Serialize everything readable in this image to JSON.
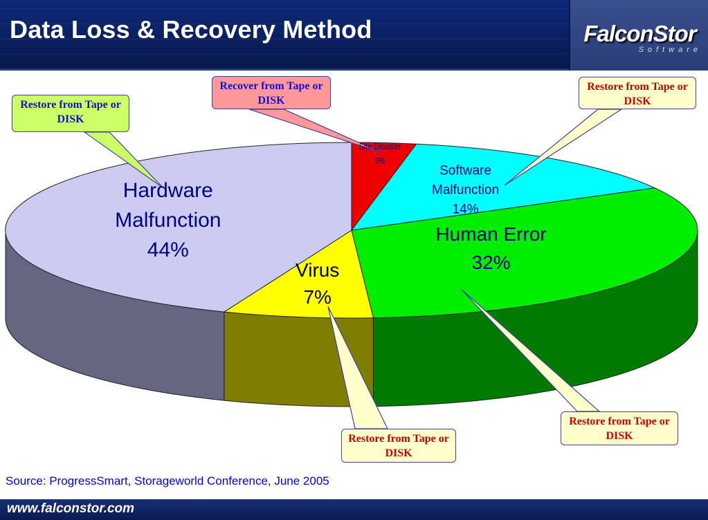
{
  "header": {
    "title": "Data Loss & Recovery Method",
    "logo_text": "FalconStor",
    "logo_subtext": "Software"
  },
  "chart_data": {
    "type": "pie",
    "title": "Data Loss & Recovery Method",
    "three_d": true,
    "start_angle_deg": -90,
    "slices": [
      {
        "label": "Site Disaster",
        "value": 3,
        "percent_label": "3%",
        "color": "#ee0000",
        "side_color": "#990000"
      },
      {
        "label": "Software Malfunction",
        "value": 14,
        "percent_label": "14%",
        "color": "#00ffff",
        "side_color": "#008b8b"
      },
      {
        "label": "Human Error",
        "value": 32,
        "percent_label": "32%",
        "color": "#00ee00",
        "side_color": "#007a00"
      },
      {
        "label": "Virus",
        "value": 7,
        "percent_label": "7%",
        "color": "#ffff00",
        "side_color": "#807e00"
      },
      {
        "label": "Hardware Malfunction",
        "value": 44,
        "percent_label": "44%",
        "color": "#ccccf2",
        "side_color": "#666680"
      }
    ],
    "callouts": [
      {
        "text": "Recover from Tape or DISK",
        "slice": "Site Disaster",
        "bg": "#ff9999",
        "text_color": "#1010cc"
      },
      {
        "text": "Restore from Tape or DISK",
        "slice": "Software Malfunction",
        "bg": "#ffffcc",
        "text_color": "#cc0000"
      },
      {
        "text": "Restore from Tape or DISK",
        "slice": "Hardware Malfunction",
        "bg": "#ccff66",
        "text_color": "#1010cc"
      },
      {
        "text": "Restore from Tape or DISK",
        "slice": "Human Error",
        "bg": "#ffffcc",
        "text_color": "#cc0000"
      },
      {
        "text": "Restore from Tape or DISK",
        "slice": "Virus",
        "bg": "#ffffcc",
        "text_color": "#cc0000"
      }
    ]
  },
  "source": "Source: ProgressSmart, Storageworld Conference, June 2005",
  "footer": {
    "url": "www.falconstor.com"
  }
}
